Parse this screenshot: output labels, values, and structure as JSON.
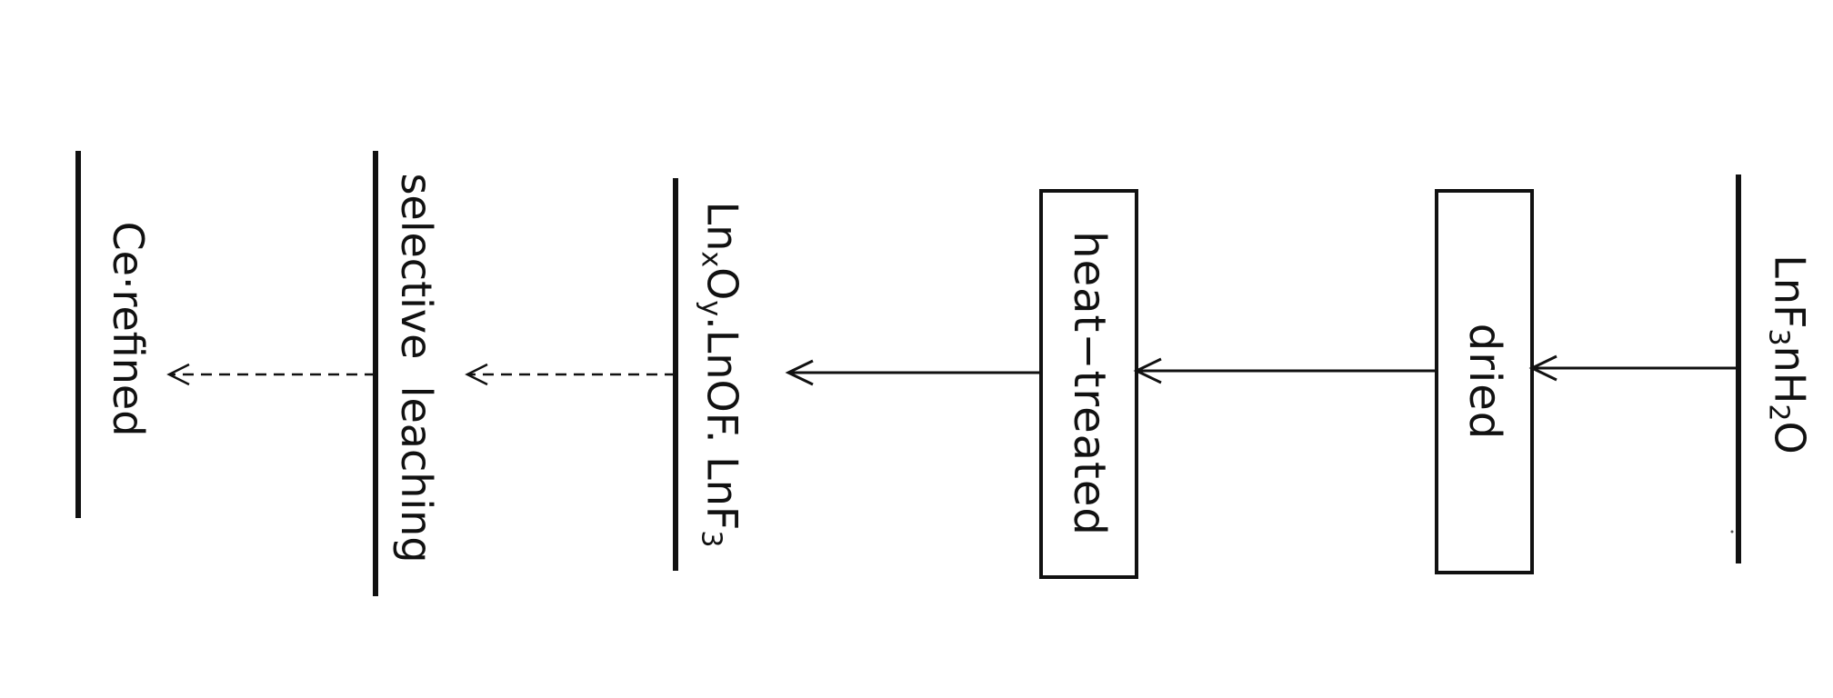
{
  "flowchart": {
    "start_material": "LnF3nH2O",
    "start_parts": {
      "a": "LnF",
      "b": "3",
      "c": "nH",
      "d": "2",
      "e": "O"
    },
    "step_dried": "dried",
    "step_heat_treated": "heat−treated",
    "intermediate_parts": {
      "a": "Ln",
      "b": "x",
      "c": "O",
      "d": "y",
      "e": ".LnOF. LnF",
      "f": "3"
    },
    "step_selective_leaching": "selective  leaching",
    "product": "Ce·refined"
  },
  "colors": {
    "ink": "#111111",
    "background": "#ffffff"
  }
}
